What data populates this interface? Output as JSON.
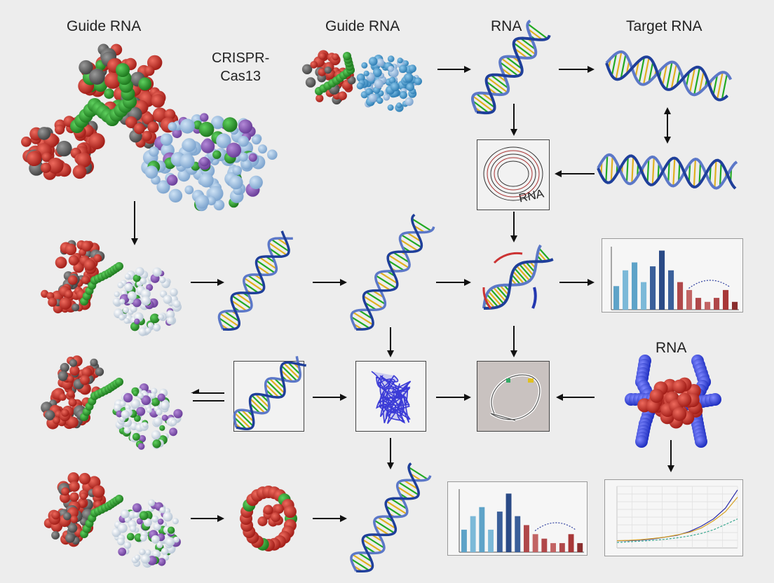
{
  "labels": {
    "guide_rna_left": "Guide RNA",
    "guide_rna_mid": "Guide RNA",
    "rna_top": "RNA",
    "target_rna": "Target RNA",
    "crispr_line1": "CRISPR-",
    "crispr_line2": "Cas13",
    "rna_panel": "RNA",
    "rna_right": "RNA"
  },
  "colors": {
    "background": "#ededed",
    "protein_red": "#c8322b",
    "protein_green": "#2e9a2e",
    "protein_blue": "#8fb6dc",
    "protein_purple": "#8b5bb8",
    "helix_blue": "#1f3f9a",
    "bar_blue_light": "#6aa9c9",
    "bar_blue_dark": "#2b4f8a",
    "bar_red": "#b0484a",
    "line_blue": "#3a3aa0",
    "line_gold": "#d6a020",
    "line_teal": "#3aa890"
  },
  "chart_data": [
    {
      "type": "bar",
      "values": [
        6,
        10,
        12,
        7,
        11,
        15,
        10,
        7,
        5,
        3,
        2,
        3,
        5,
        2
      ],
      "ylim": [
        0,
        16
      ]
    },
    {
      "type": "bar",
      "values": [
        5,
        8,
        10,
        5,
        9,
        13,
        8,
        6,
        4,
        3,
        2,
        2,
        4,
        2
      ],
      "ylim": [
        0,
        14
      ]
    },
    {
      "type": "line",
      "x": [
        0,
        1,
        2,
        3,
        4,
        5,
        6,
        7,
        8,
        9,
        10
      ],
      "series": [
        {
          "values": [
            2,
            2,
            2.2,
            2.5,
            3,
            3.5,
            4.5,
            6,
            8,
            11,
            16
          ]
        },
        {
          "values": [
            2,
            2.1,
            2.3,
            2.6,
            3,
            3.6,
            4.3,
            5.5,
            7.5,
            10,
            14
          ]
        },
        {
          "values": [
            1.5,
            1.7,
            1.9,
            2.1,
            2.4,
            2.8,
            3.3,
            4,
            5,
            6.5,
            8
          ]
        }
      ],
      "ylim": [
        0,
        17
      ]
    }
  ]
}
